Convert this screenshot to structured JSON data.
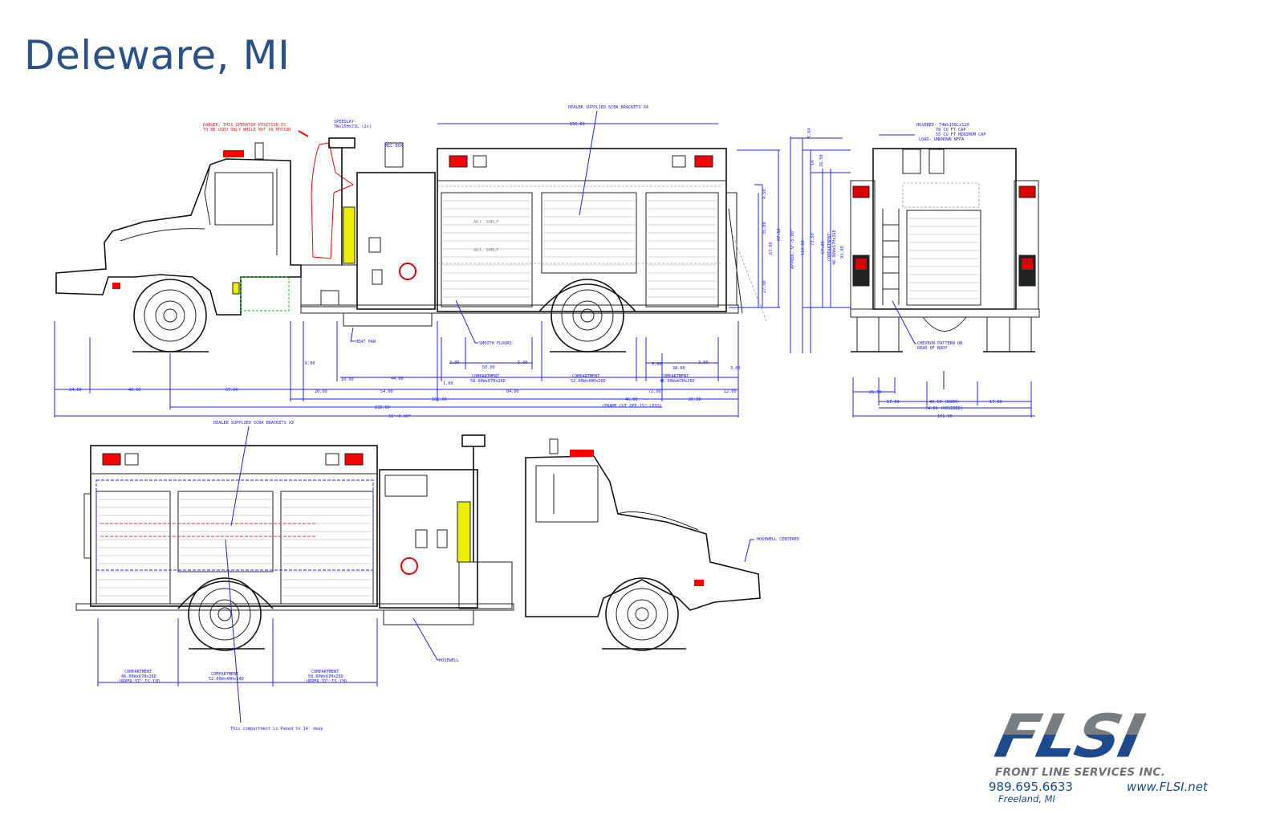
{
  "title": "Deleware, MI",
  "top_view": {
    "danger_line1": "DANGER: THIS OPERATOR POSITION IS",
    "danger_line2": "TO BE USED ONLY WHILE NOT IN MOTION",
    "speedlay_line1": "SPEEDLAY-",
    "speedlay_line2": "7Wx15Hx73L (2x)",
    "mic_box": "MIC BOX",
    "scba_brackets": "DEALER SUPPLIED SCBA BRACKETS X4",
    "body_length": "156.00",
    "shelf_label": "ADJ. SHELF",
    "heat_pan": "HEAT PAN",
    "smooth_floors": "SMOOTH FLOORS",
    "dims": {
      "d3a": "3.00",
      "d50": "50.00",
      "d5a": "5.00",
      "d5b": "5.00",
      "d38": "38.00",
      "d3b": "3.00",
      "d3c": "3.00",
      "d6": "6.00",
      "d10": "10.00",
      "d44": "44.00",
      "d1": "1.00",
      "d24": "24.00",
      "d40": "40.00",
      "d67": "67.00",
      "d20": "20.00",
      "d54": "54.00",
      "d84": "84.00",
      "d72": "72.00",
      "d12": "12.00",
      "d165": "165.00",
      "d46": "46.00",
      "d26": "26.00",
      "d232": "232.00",
      "frame_note": "(FRAME CUT OFF 15\" LESS)",
      "overall": "31'-0.00\""
    },
    "compartments": [
      {
        "label": "COMPARTMENT",
        "size": "58.00Wx67Hx26D"
      },
      {
        "label": "COMPARTMENT",
        "size": "52.00Wx40Hx26D"
      },
      {
        "label": "COMPARTMENT",
        "size": "46.00Wx67Hx26D"
      }
    ],
    "vertical_dims": {
      "v450": "4.50",
      "v35": "35.00",
      "v2750": "27.50",
      "v67a": "67.00",
      "v8750": "87.50",
      "approx_height": "APPROX. 9'-5.00\"",
      "v504": "5.04",
      "v113": "113.00",
      "v14": "14",
      "v2650": "26.50",
      "v7350": "73.50",
      "v67b": "67.00",
      "comp_label": "COMPARTMENT",
      "comp_size": "46.00Wx67Hx26D",
      "v93": "93.00"
    }
  },
  "rear_view": {
    "hosebed_line1": "HOSEBED- 74Wx156Lx12H",
    "hosebed_line2": "78 CU FT CAP",
    "hosebed_line3": "55 CU FT MINIMUM CAP",
    "hosebed_line4": "LOAD- UNKNOWN NFPA",
    "chevron_line1": "CHEVRON PATTERN ON",
    "chevron_line2": "REAR OF BODY",
    "dims": {
      "d2650": "26.50",
      "d17a": "17.00",
      "door": "40.00 (DOOR)",
      "d17b": "17.00",
      "hosebed": "74.00 (HOSEBED)",
      "overall": "101.00"
    }
  },
  "bottom_view": {
    "scba_brackets": "DEALER SUPPLIED SCBA BRACKETS X3",
    "compartments": [
      {
        "label": "COMPARTMENT",
        "size": "46.00Wx67Hx26D",
        "note": "UPPER 37\" IS 13D"
      },
      {
        "label": "COMPARTMENT",
        "size": "52.00Wx40Hx14D",
        "note": ""
      },
      {
        "label": "COMPARTMENT",
        "size": "58.00Wx67Hx26D",
        "note": "UPPER 37\" IS 13D"
      }
    ],
    "hosewell": "HOSEWELL",
    "hosewell_centered": "HOSEWELL CENTERED",
    "paned_note": "This compartment is Paned to 14' deep"
  },
  "logo": {
    "wordmark": "FLSI",
    "company": "FRONT LINE SERVICES INC.",
    "phone": "989.695.6633",
    "website": "www.FLSI.net",
    "city": "Freeland, MI"
  },
  "colors": {
    "title": "#2a5289",
    "dimension": "#1a1aff",
    "warning": "#ff1a1a",
    "brand_blue": "#1c4a8c",
    "brand_gray": "#7a7d80"
  }
}
